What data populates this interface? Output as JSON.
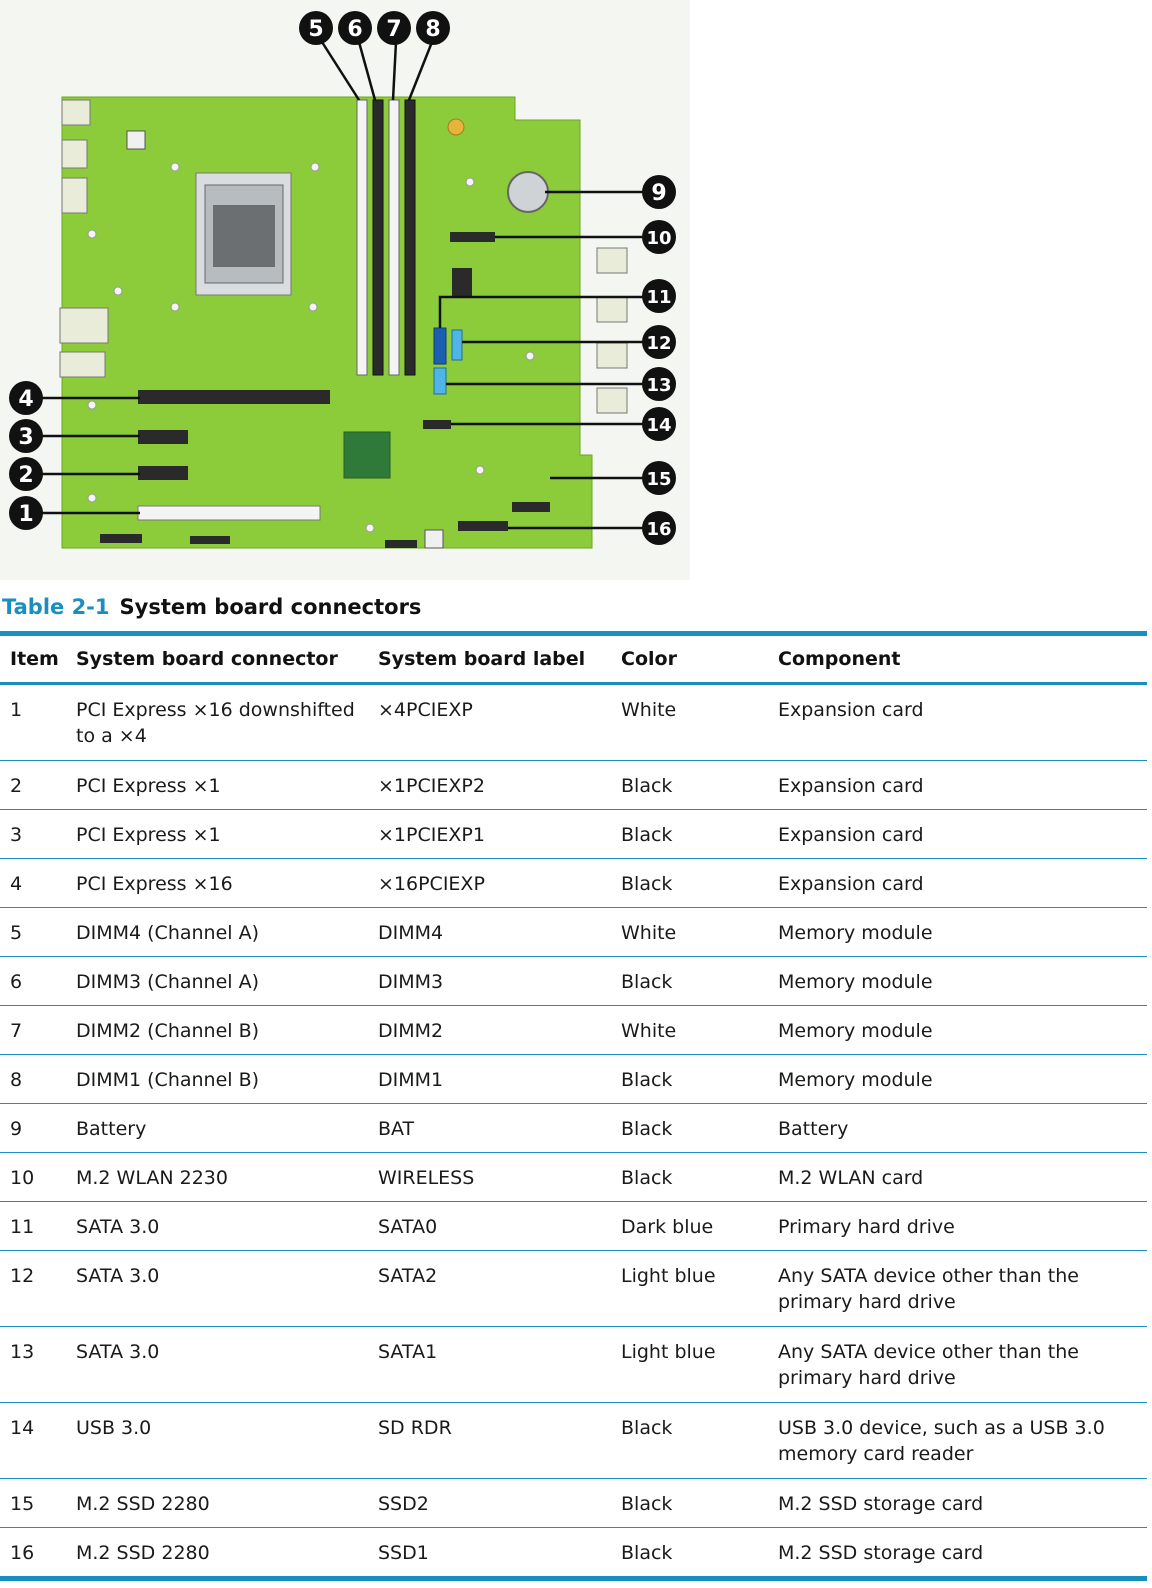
{
  "figure": {
    "callouts": [
      "5",
      "6",
      "7",
      "8",
      "9",
      "10",
      "11",
      "12",
      "13",
      "4",
      "3",
      "2",
      "1",
      "14",
      "15",
      "16"
    ]
  },
  "table": {
    "caption_num": "Table 2-1",
    "caption_title": "System board connectors",
    "headers": [
      "Item",
      "System board connector",
      "System board label",
      "Color",
      "Component"
    ],
    "rows": [
      [
        "1",
        "PCI Express ×16 downshifted to a ×4",
        "×4PCIEXP",
        "White",
        "Expansion card"
      ],
      [
        "2",
        "PCI Express ×1",
        "×1PCIEXP2",
        "Black",
        "Expansion card"
      ],
      [
        "3",
        "PCI Express ×1",
        "×1PCIEXP1",
        "Black",
        "Expansion card"
      ],
      [
        "4",
        "PCI Express ×16",
        "×16PCIEXP",
        "Black",
        "Expansion card"
      ],
      [
        "5",
        "DIMM4 (Channel A)",
        "DIMM4",
        "White",
        "Memory module"
      ],
      [
        "6",
        "DIMM3 (Channel A)",
        "DIMM3",
        "Black",
        "Memory module"
      ],
      [
        "7",
        "DIMM2 (Channel B)",
        "DIMM2",
        "White",
        "Memory module"
      ],
      [
        "8",
        "DIMM1 (Channel B)",
        "DIMM1",
        "Black",
        "Memory module"
      ],
      [
        "9",
        "Battery",
        "BAT",
        "Black",
        "Battery"
      ],
      [
        "10",
        "M.2 WLAN 2230",
        "WIRELESS",
        "Black",
        "M.2 WLAN card"
      ],
      [
        "11",
        "SATA 3.0",
        "SATA0",
        "Dark blue",
        "Primary hard drive"
      ],
      [
        "12",
        "SATA 3.0",
        "SATA2",
        "Light blue",
        "Any SATA device other than the primary hard drive"
      ],
      [
        "13",
        "SATA 3.0",
        "SATA1",
        "Light blue",
        "Any SATA device other than the primary hard drive"
      ],
      [
        "14",
        "USB 3.0",
        "SD RDR",
        "Black",
        "USB 3.0 device, such as a USB 3.0 memory card reader"
      ],
      [
        "15",
        "M.2 SSD 2280",
        "SSD2",
        "Black",
        "M.2 SSD storage card"
      ],
      [
        "16",
        "M.2 SSD 2280",
        "SSD1",
        "Black",
        "M.2 SSD storage card"
      ]
    ]
  },
  "colors": {
    "accent": "#1a8fbf",
    "board": "#8ccc3a",
    "callout": "#111111"
  }
}
